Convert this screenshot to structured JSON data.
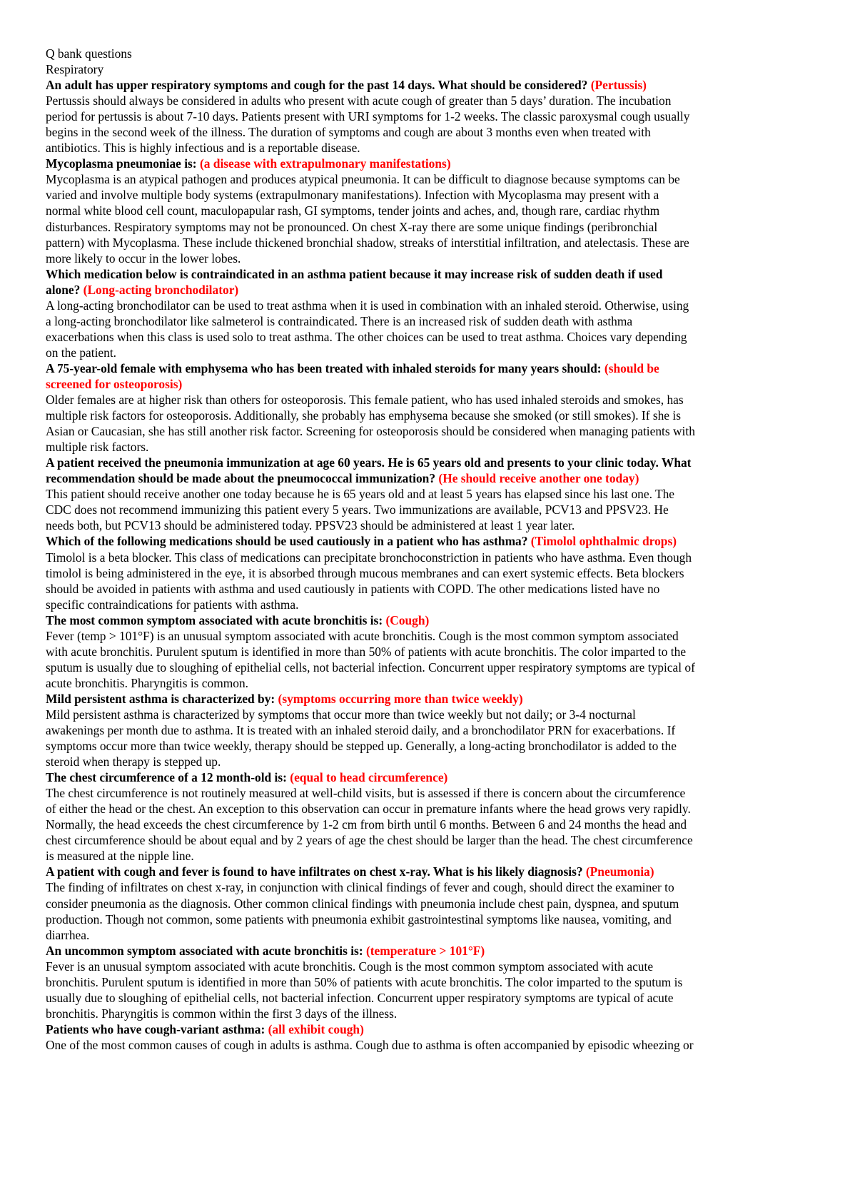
{
  "header": {
    "title": "Q bank questions",
    "subtitle": "Respiratory"
  },
  "colors": {
    "text": "#000000",
    "answer": "#ff0000",
    "background": "#ffffff"
  },
  "items": [
    {
      "question_lines": [
        "An adult has upper respiratory symptoms and cough for the past 14 days. What should be considered? "
      ],
      "answer_lines": [
        "(Pertussis)"
      ],
      "answer_starts_on_question_line": 0,
      "explanation_lines": [
        "Pertussis should always be considered in adults who present with acute cough of greater than 5 days’ duration. The incubation",
        "period for pertussis is about 7-10 days. Patients present with URI symptoms for 1-2 weeks. The classic paroxysmal cough usually",
        "begins in the second week of the illness. The duration of symptoms and cough are about 3 months even when treated with",
        "antibiotics. This is highly infectious and is a reportable disease."
      ]
    },
    {
      "question_lines": [
        "Mycoplasma pneumoniae is: "
      ],
      "answer_lines": [
        "(a disease with extrapulmonary manifestations)"
      ],
      "answer_starts_on_question_line": 0,
      "explanation_lines": [
        "Mycoplasma is an atypical pathogen and produces atypical pneumonia. It can be difficult to diagnose because symptoms can be",
        "varied and involve multiple body systems (extrapulmonary manifestations). Infection with Mycoplasma may present with a",
        "normal white blood cell count, maculopapular rash, GI symptoms, tender joints and aches, and, though rare, cardiac rhythm",
        "disturbances. Respiratory symptoms may not be pronounced. On chest X-ray there are some unique findings (peribronchial",
        "pattern) with Mycoplasma. These include thickened bronchial shadow, streaks of interstitial infiltration, and atelectasis. These are",
        "more likely to occur in the lower lobes."
      ]
    },
    {
      "question_lines": [
        "Which medication below is contraindicated in an asthma patient because it may increase risk of sudden death if used",
        "alone? "
      ],
      "answer_lines": [
        "(Long-acting bronchodilator)"
      ],
      "answer_starts_on_question_line": 1,
      "explanation_lines": [
        "A long-acting bronchodilator can be used to treat asthma when it is used in combination with an inhaled steroid. Otherwise, using",
        "a long-acting bronchodilator like salmeterol is contraindicated. There is an increased risk of sudden death with asthma",
        "exacerbations when this class is used solo to treat asthma. The other choices can be used to treat asthma. Choices vary depending",
        "on the patient."
      ]
    },
    {
      "question_lines": [
        "A 75-year-old female with emphysema who has been treated with inhaled steroids for many years should: "
      ],
      "answer_lines": [
        "(should be",
        "screened for osteoporosis)"
      ],
      "answer_starts_on_question_line": 0,
      "explanation_lines": [
        "Older females are at higher risk than others for osteoporosis. This female patient, who has used inhaled steroids and smokes, has",
        "multiple risk factors for osteoporosis. Additionally, she probably has emphysema because she smoked (or still smokes). If she is",
        "Asian or Caucasian, she has still another risk factor. Screening for osteoporosis should be considered when managing patients with",
        "multiple risk factors."
      ]
    },
    {
      "question_lines": [
        "A patient received the pneumonia immunization at age 60 years. He is 65 years old and presents to your clinic today. What",
        "recommendation should be made about the pneumococcal immunization? "
      ],
      "answer_lines": [
        "(He should receive another one today)"
      ],
      "answer_starts_on_question_line": 1,
      "explanation_lines": [
        "This patient should receive another one today because he is 65 years old and at least 5 years has elapsed since his last one. The",
        "CDC does not recommend immunizing this patient every 5 years. Two immunizations are available, PCV13 and PPSV23. He",
        "needs both, but PCV13 should be administered today. PPSV23 should be administered at least 1 year later."
      ]
    },
    {
      "question_lines": [
        "Which of the following medications should be used cautiously in a patient who has asthma? "
      ],
      "answer_lines": [
        "(Timolol ophthalmic drops)"
      ],
      "answer_starts_on_question_line": 0,
      "explanation_lines": [
        "Timolol is a beta blocker. This class of medications can precipitate bronchoconstriction in patients who have asthma. Even though",
        "timolol is being administered in the eye, it is absorbed through mucous membranes and can exert systemic effects. Beta blockers",
        "should be avoided in patients with asthma and used cautiously in patients with COPD. The other medications listed have no",
        "specific contraindications for patients with asthma."
      ]
    },
    {
      "question_lines": [
        "The most common symptom associated with acute bronchitis is: "
      ],
      "answer_lines": [
        "(Cough)"
      ],
      "answer_starts_on_question_line": 0,
      "explanation_lines": [
        "Fever (temp > 101°F) is an unusual symptom associated with acute bronchitis. Cough is the most common symptom associated",
        "with acute bronchitis. Purulent sputum is identified in more than 50% of patients with acute bronchitis. The color imparted to the",
        "sputum is usually due to sloughing of epithelial cells, not bacterial infection. Concurrent upper respiratory symptoms are typical of",
        "acute bronchitis. Pharyngitis is common."
      ]
    },
    {
      "question_lines": [
        "Mild persistent asthma is characterized by: "
      ],
      "answer_lines": [
        "(symptoms occurring more than twice weekly)"
      ],
      "answer_starts_on_question_line": 0,
      "explanation_lines": [
        "Mild persistent asthma is characterized by symptoms that occur more than twice weekly but not daily; or 3-4 nocturnal",
        "awakenings per month due to asthma. It is treated with an inhaled steroid daily, and a bronchodilator PRN for exacerbations. If",
        "symptoms occur more than twice weekly, therapy should be stepped up. Generally, a long-acting bronchodilator is added to the",
        "steroid when therapy is stepped up."
      ]
    },
    {
      "question_lines": [
        "The chest circumference of a 12 month-old is: "
      ],
      "answer_lines": [
        "(equal to head circumference)"
      ],
      "answer_starts_on_question_line": 0,
      "explanation_lines": [
        "The chest circumference is not routinely measured at well-child visits, but is assessed if there is concern about the circumference",
        "of either the head or the chest. An exception to this observation can occur in premature infants where the head grows very rapidly.",
        "Normally, the head exceeds the chest circumference by 1-2 cm from birth until 6 months. Between 6 and 24 months the head and",
        "chest circumference should be about equal and by 2 years of age the chest should be larger than the head. The chest circumference",
        "is measured at the nipple line."
      ]
    },
    {
      "question_lines": [
        "A patient with cough and fever is found to have infiltrates on chest x-ray. What is his likely diagnosis? "
      ],
      "answer_lines": [
        "(Pneumonia)"
      ],
      "answer_starts_on_question_line": 0,
      "explanation_lines": [
        "The finding of infiltrates on chest x-ray, in conjunction with clinical findings of fever and cough, should direct the examiner to",
        "consider pneumonia as the diagnosis. Other common clinical findings with pneumonia include chest pain, dyspnea, and sputum",
        "production. Though not common, some patients with pneumonia exhibit gastrointestinal symptoms like nausea, vomiting, and",
        "diarrhea."
      ]
    },
    {
      "question_lines": [
        "An uncommon symptom associated with acute bronchitis is: "
      ],
      "answer_lines": [
        "(temperature > 101°F)"
      ],
      "answer_starts_on_question_line": 0,
      "explanation_lines": [
        "Fever is an unusual symptom associated with acute bronchitis. Cough is the most common symptom associated with acute",
        "bronchitis. Purulent sputum is identified in more than 50% of patients with acute bronchitis. The color imparted to the sputum is",
        "usually due to sloughing of epithelial cells, not bacterial infection. Concurrent upper respiratory symptoms are typical of acute",
        "bronchitis. Pharyngitis is common within the first 3 days of the illness."
      ]
    },
    {
      "question_lines": [
        "Patients who have cough-variant asthma: "
      ],
      "answer_lines": [
        "(all exhibit cough)"
      ],
      "answer_starts_on_question_line": 0,
      "explanation_lines": [
        "One of the most common causes of cough in adults is asthma. Cough due to asthma is often accompanied by episodic wheezing or"
      ]
    }
  ]
}
